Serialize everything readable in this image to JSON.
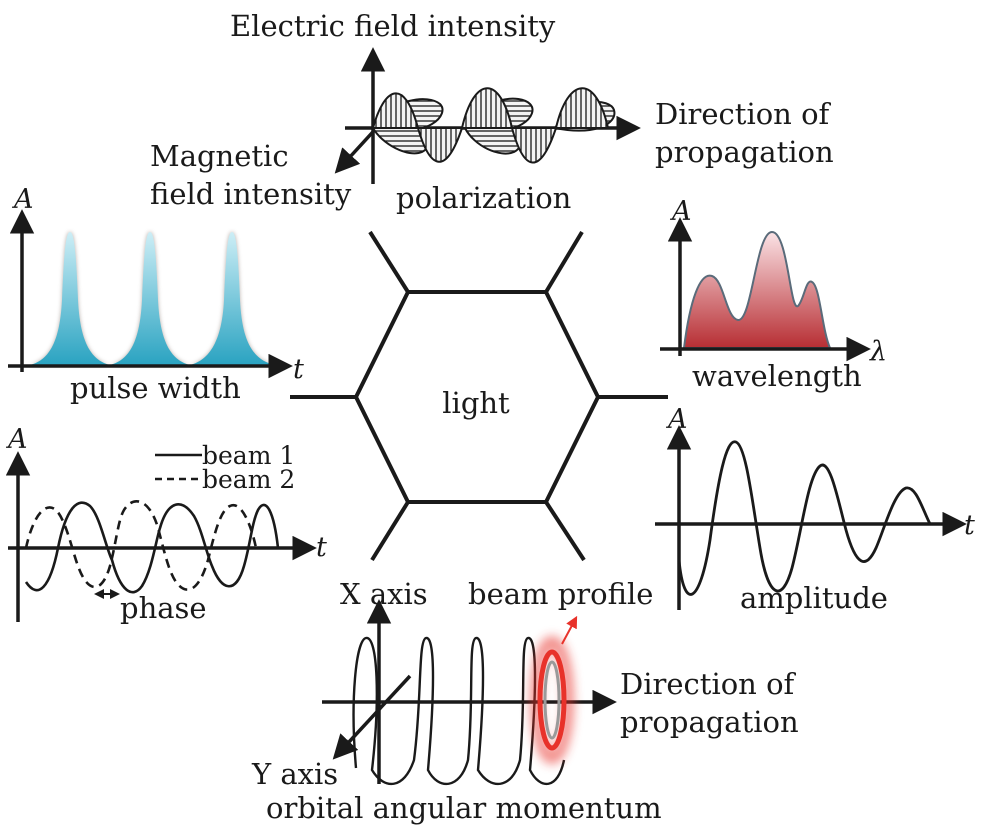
{
  "center": {
    "label": "light"
  },
  "polarization": {
    "electric": "Electric field intensity",
    "magnetic_line1": "Magnetic",
    "magnetic_line2": "field intensity",
    "direction_line1": "Direction of",
    "direction_line2": "propagation",
    "caption": "polarization"
  },
  "pulse_width": {
    "y_axis": "A",
    "x_axis": "t",
    "caption": "pulse width"
  },
  "wavelength": {
    "y_axis": "A",
    "x_axis": "λ",
    "caption": "wavelength"
  },
  "phase": {
    "y_axis": "A",
    "x_axis": "t",
    "caption": "phase",
    "legend": [
      "beam 1",
      "beam 2"
    ]
  },
  "amplitude": {
    "y_axis": "A",
    "x_axis": "t",
    "caption": "amplitude"
  },
  "oam": {
    "x_axis": "X axis",
    "y_axis": "Y axis",
    "profile": "beam profile",
    "direction_line1": "Direction of",
    "direction_line2": "propagation",
    "caption": "orbital angular momentum"
  },
  "colors": {
    "ink": "#1a1a1a",
    "pulse_fill": "#45b3cb",
    "wavelength_fill": "#c23a3d",
    "beam_ring": "#e8322a",
    "hatch_fill": "#d9d9d9"
  }
}
